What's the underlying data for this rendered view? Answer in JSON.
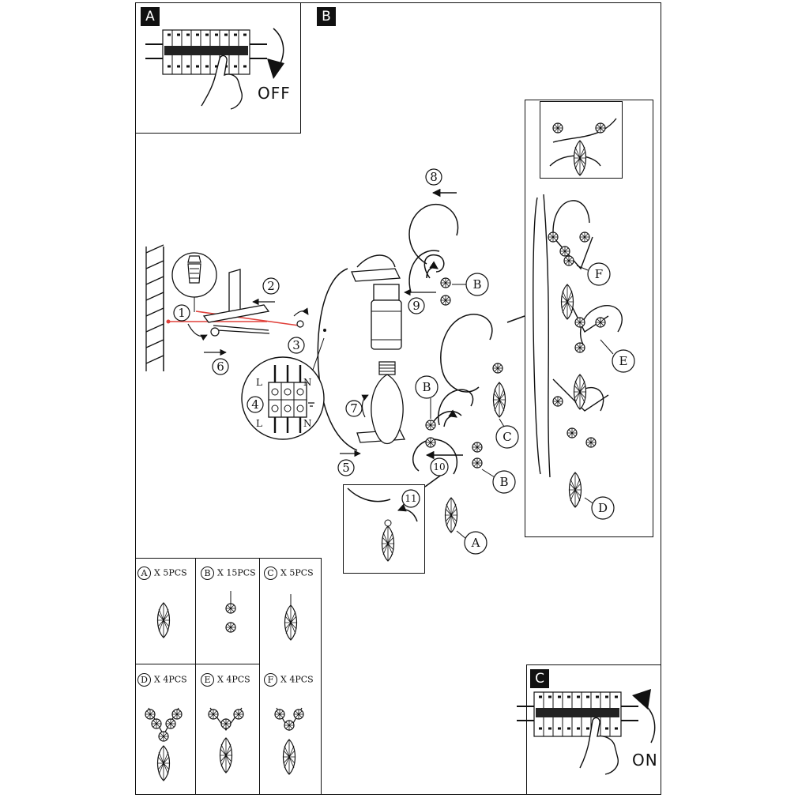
{
  "panels": {
    "a": {
      "tag": "A",
      "label": "OFF"
    },
    "b": {
      "tag": "B"
    },
    "c": {
      "tag": "C",
      "label": "ON"
    }
  },
  "steps": [
    "1",
    "2",
    "3",
    "4",
    "5",
    "6",
    "7",
    "8",
    "9",
    "10",
    "11"
  ],
  "terminal": {
    "left": "L",
    "right": "N"
  },
  "callouts": {
    "a": "A",
    "b": "B",
    "c": "C",
    "d": "D",
    "e": "E",
    "f": "F"
  },
  "parts": [
    {
      "letter": "A",
      "qty": "X  5PCS"
    },
    {
      "letter": "B",
      "qty": "X  15PCS"
    },
    {
      "letter": "C",
      "qty": "X  5PCS"
    },
    {
      "letter": "D",
      "qty": "X  4PCS"
    },
    {
      "letter": "E",
      "qty": "X  4PCS"
    },
    {
      "letter": "F",
      "qty": "X  4PCS"
    }
  ],
  "colors": {
    "line": "#111111",
    "red": "#e0403a"
  }
}
